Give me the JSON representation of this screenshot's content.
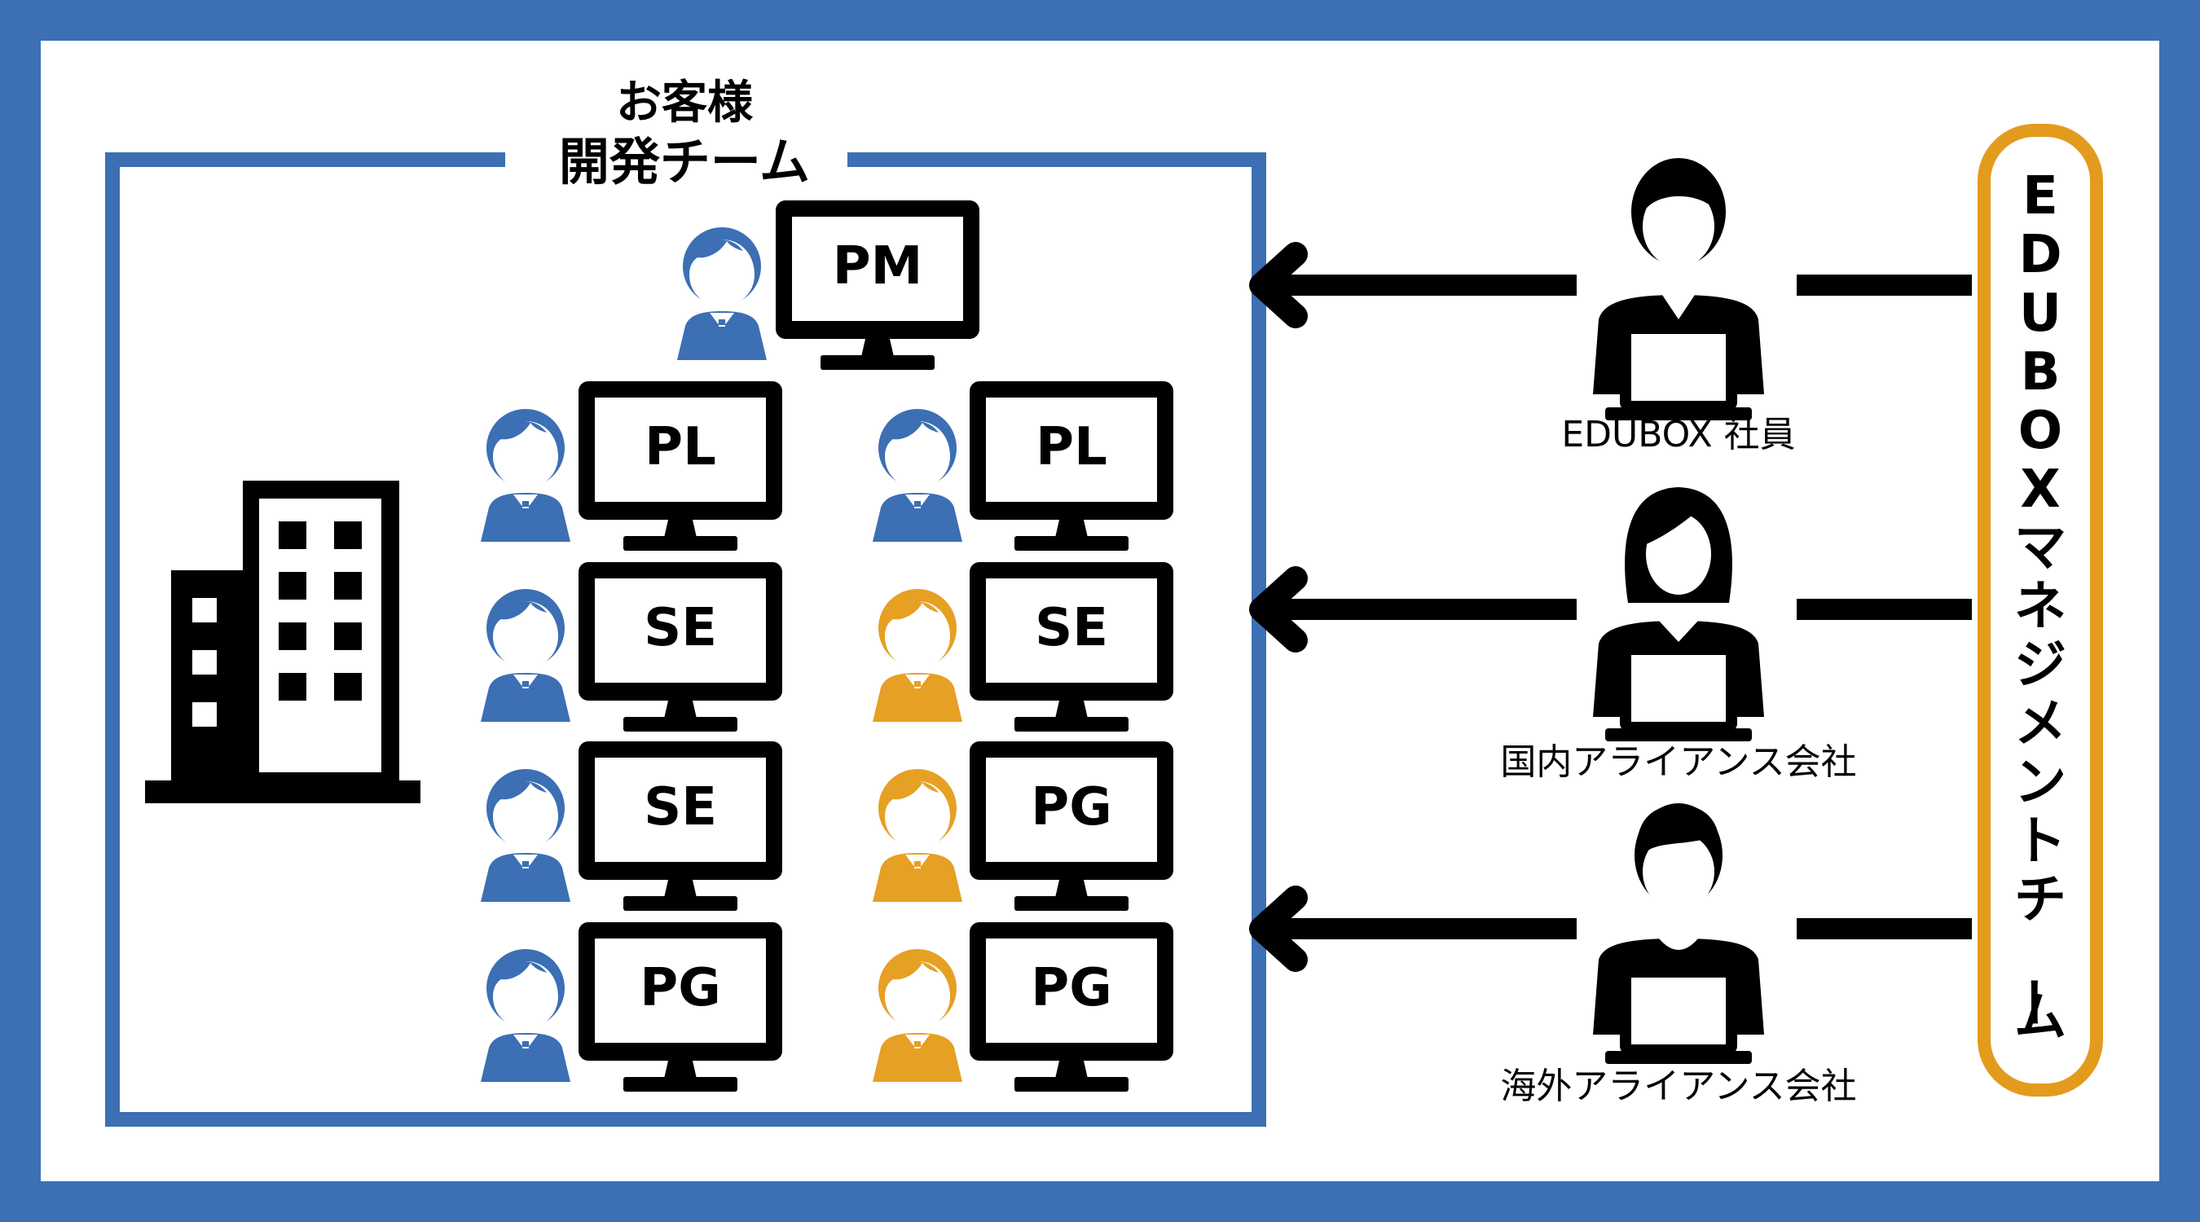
{
  "client_team": {
    "title_line1": "お客様",
    "title_line2": "開発チーム",
    "pm_label": "PM",
    "left_column": [
      "PL",
      "SE",
      "SE",
      "PG"
    ],
    "right_column": [
      "PL",
      "SE",
      "PG",
      "PG"
    ],
    "right_column_person_colors": [
      "blue",
      "orange",
      "orange",
      "orange"
    ]
  },
  "management": {
    "title": "EDUBOXマネジメントチーム"
  },
  "members": [
    {
      "label": "EDUBOX 社員"
    },
    {
      "label": "国内アライアンス会社"
    },
    {
      "label": "海外アライアンス会社"
    }
  ],
  "colors": {
    "frame": "#3c6fb4",
    "client_person": "#3c6fb4",
    "external_person": "#e6a024",
    "management_border": "#e39b1e",
    "ink": "#000000"
  }
}
